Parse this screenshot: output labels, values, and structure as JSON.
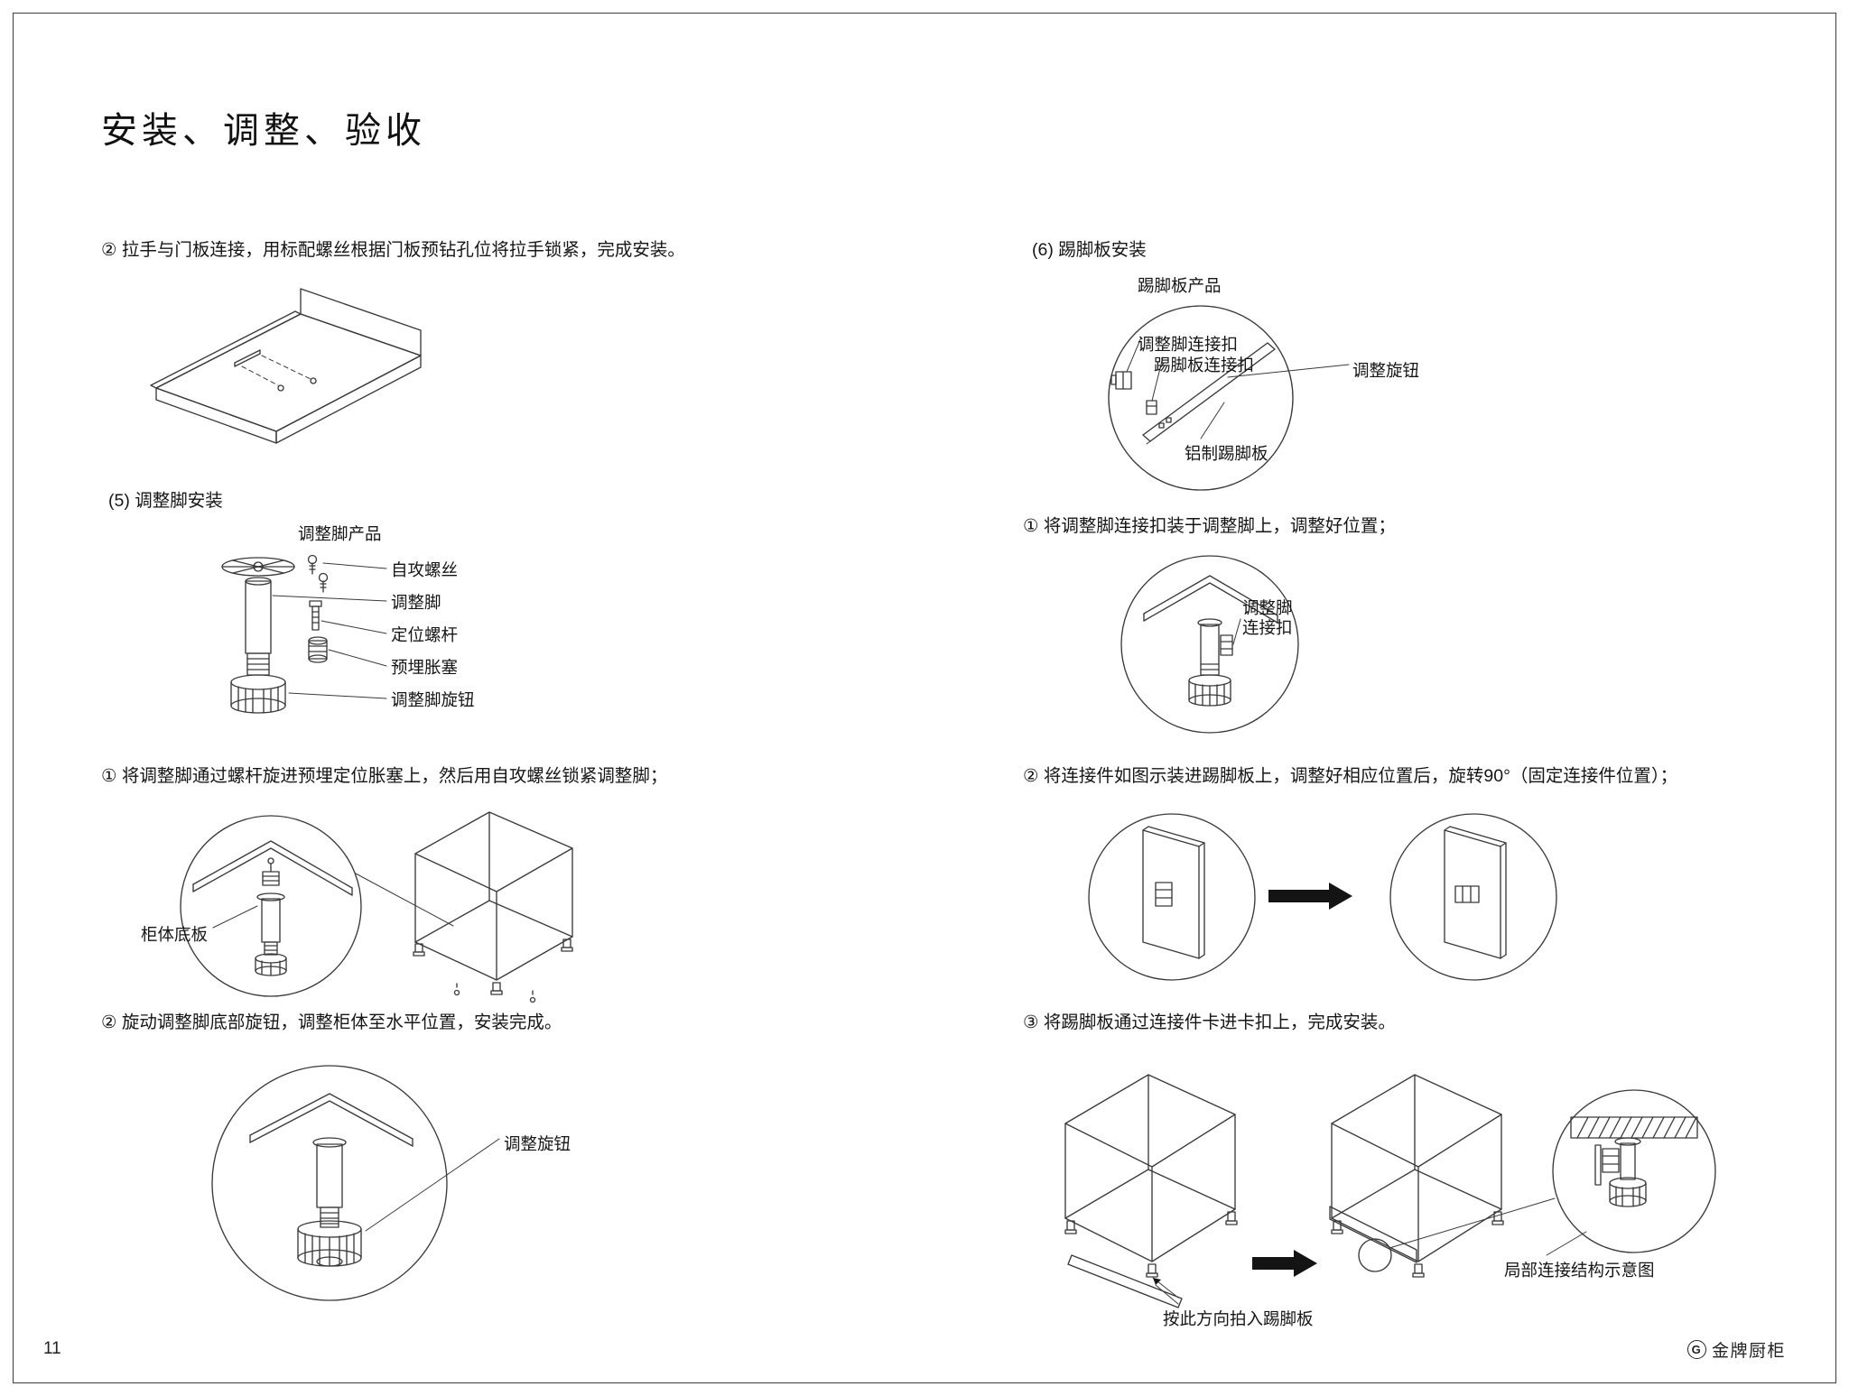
{
  "page": {
    "title": "安装、调整、验收",
    "page_number": "11",
    "brand": "金牌厨柜",
    "brand_icon": "G"
  },
  "left": {
    "handle_step": "② 拉手与门板连接，用标配螺丝根据门板预钻孔位将拉手锁紧，完成安装。",
    "section5": {
      "heading": "(5) 调整脚安装",
      "product_label": "调整脚产品",
      "part_labels": [
        "自攻螺丝",
        "调整脚",
        "定位螺杆",
        "预埋胀塞",
        "调整脚旋钮"
      ],
      "step1": "① 将调整脚通过螺杆旋进预埋定位胀塞上，然后用自攻螺丝锁紧调整脚；",
      "bottom_panel_label": "柜体底板",
      "step2": "② 旋动调整脚底部旋钮，调整柜体至水平位置，安装完成。",
      "knob_label": "调整旋钮"
    }
  },
  "right": {
    "section6": {
      "heading": "(6) 踢脚板安装",
      "product_label": "踢脚板产品",
      "foot_clip_label": "调整脚连接扣",
      "kick_clip_label": "踢脚板连接扣",
      "knob_label": "调整旋钮",
      "aluminum_board_label": "铝制踢脚板",
      "step1": "① 将调整脚连接扣装于调整脚上，调整好位置；",
      "step1_callout_line1": "调整脚",
      "step1_callout_line2": "连接扣",
      "step2": "② 将连接件如图示装进踢脚板上，调整好相应位置后，旋转90°（固定连接件位置）；",
      "step3": "③ 将踢脚板通过连接件卡进卡扣上，完成安装。",
      "push_direction_label": "按此方向拍入踢脚板",
      "detail_label": "局部连接结构示意图"
    }
  }
}
